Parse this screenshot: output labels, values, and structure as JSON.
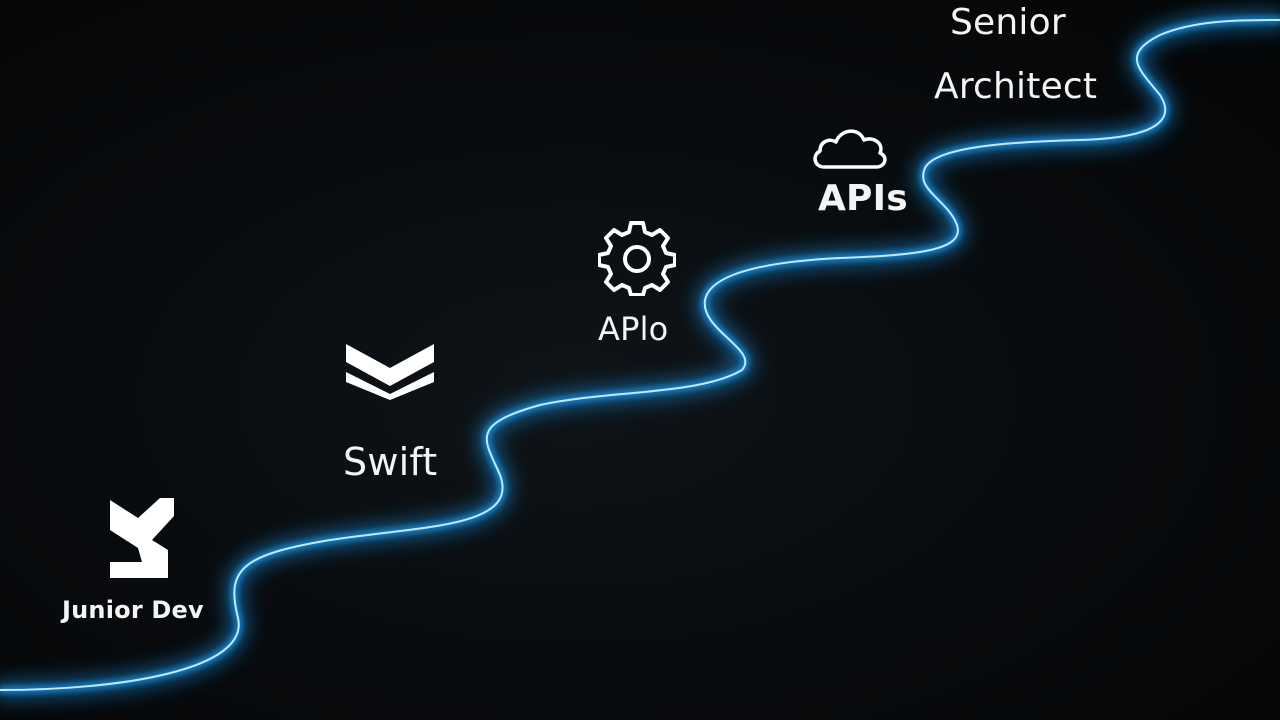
{
  "colors": {
    "background": "#070a0c",
    "path_glow": "#1aa3ff",
    "path_core": "#bfeaff",
    "text": "#f2f4f6"
  },
  "milestones": [
    {
      "label": "Junior Dev",
      "icon": "s-logo-icon"
    },
    {
      "label": "Swift",
      "icon": "chevron-stack-icon"
    },
    {
      "label": "APlo",
      "icon": "gear-icon"
    },
    {
      "label": "APIs",
      "icon": "cloud-icon"
    },
    {
      "label_line1": "Senior",
      "label_line2": "Architect"
    }
  ]
}
